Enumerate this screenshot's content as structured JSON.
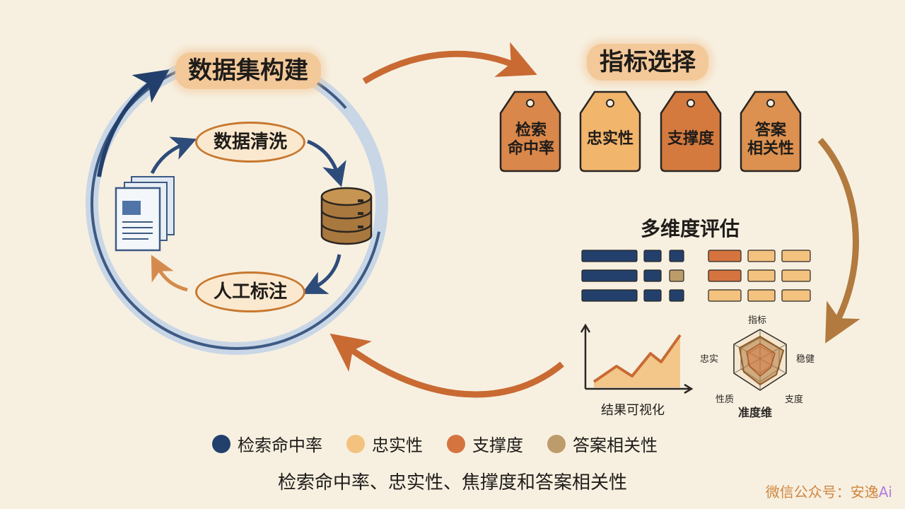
{
  "titles": {
    "dataset_build": "数据集构建",
    "metric_select": "指标选择",
    "multi_eval": "多维度评估"
  },
  "cycle": {
    "cleaning": "数据清洗",
    "annotation": "人工标注"
  },
  "tags": [
    {
      "line1": "检索",
      "line2": "命中率",
      "color": "#d9874a"
    },
    {
      "line1": "忠实性",
      "line2": "",
      "color": "#f2b56c"
    },
    {
      "line1": "支撑度",
      "line2": "",
      "color": "#d47a3f"
    },
    {
      "line1": "答案",
      "line2": "相关性",
      "color": "#dc9150"
    }
  ],
  "viz": {
    "label": "结果可视化"
  },
  "radar": {
    "top": "指标",
    "right": "稳健",
    "bottom_right": "支度",
    "bottom": "准度维",
    "bottom_left": "性质",
    "left": "忠实"
  },
  "legend": [
    {
      "label": "检索命中率",
      "color": "#22406b"
    },
    {
      "label": "忠实性",
      "color": "#f3c27e"
    },
    {
      "label": "支撑度",
      "color": "#d5743f"
    },
    {
      "label": "答案相关性",
      "color": "#bd9c6b"
    }
  ],
  "caption": "检索命中率、忠实性、焦撑度和答案相关性",
  "watermark": {
    "prefix": "微信公众号：安逸",
    "suffix": "Ai"
  },
  "colors": {
    "navy": "#22406b",
    "orange": "#d5743f",
    "light_orange": "#f3c27e",
    "tan": "#bd9c6b",
    "background": "#f7f0e1"
  }
}
